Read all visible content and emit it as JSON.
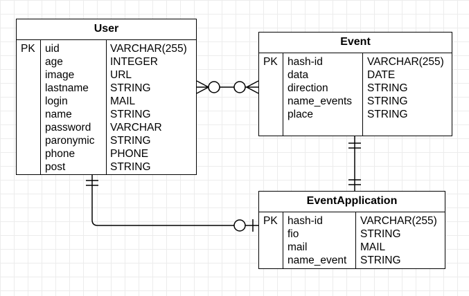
{
  "entities": {
    "user": {
      "title": "User",
      "pk": "PK",
      "fields": [
        "uid",
        "age",
        "image",
        "lastname",
        "login",
        "name",
        "password",
        "paronymic",
        "phone",
        "post"
      ],
      "types": [
        "VARCHAR(255)",
        "INTEGER",
        "URL",
        "STRING",
        "MAIL",
        "STRING",
        "VARCHAR",
        "STRING",
        "PHONE",
        "STRING"
      ]
    },
    "event": {
      "title": "Event",
      "pk": "PK",
      "fields": [
        "hash-id",
        "data",
        "direction",
        "name_events",
        "place"
      ],
      "types": [
        "VARCHAR(255)",
        "DATE",
        "STRING",
        "STRING",
        "STRING"
      ]
    },
    "event_application": {
      "title": "EventApplication",
      "pk": "PK",
      "fields": [
        "hash-id",
        "fio",
        "mail",
        "name_event"
      ],
      "types": [
        "VARCHAR(255)",
        "STRING",
        "MAIL",
        "STRING"
      ]
    }
  },
  "relationships": [
    {
      "from": "User",
      "to": "Event",
      "from_cardinality": "zero-or-many",
      "to_cardinality": "zero-or-many"
    },
    {
      "from": "Event",
      "to": "EventApplication",
      "from_cardinality": "exactly-one",
      "to_cardinality": "exactly-one"
    },
    {
      "from": "User",
      "to": "EventApplication",
      "from_cardinality": "exactly-one",
      "to_cardinality": "zero-or-one"
    }
  ]
}
